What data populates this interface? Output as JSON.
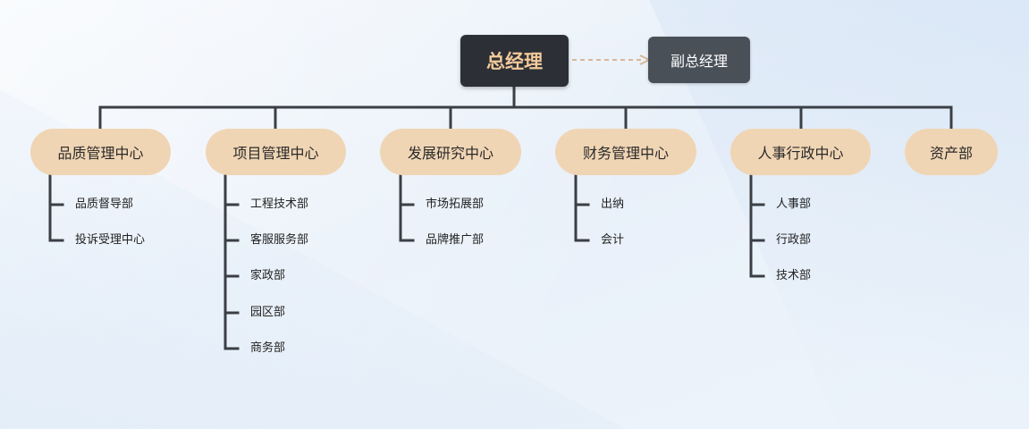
{
  "top": {
    "ceo": "总经理",
    "deputy": "副总经理"
  },
  "departments": [
    {
      "name": "品质管理中心",
      "subs": [
        "品质督导部",
        "投诉受理中心"
      ]
    },
    {
      "name": "项目管理中心",
      "subs": [
        "工程技术部",
        "客服服务部",
        "家政部",
        "园区部",
        "商务部"
      ]
    },
    {
      "name": "发展研究中心",
      "subs": [
        "市场拓展部",
        "品牌推广部"
      ]
    },
    {
      "name": "财务管理中心",
      "subs": [
        "出纳",
        "会计"
      ]
    },
    {
      "name": "人事行政中心",
      "subs": [
        "人事部",
        "行政部",
        "技术部"
      ]
    },
    {
      "name": "资产部",
      "subs": []
    }
  ],
  "colors": {
    "line": "#3b3f45",
    "dashed": "#d6b79a",
    "ceo_bg": "#2c3036",
    "ceo_text": "#f3c99a",
    "deputy_bg": "#4a5058",
    "dept_bg": "#f0d5b4"
  }
}
